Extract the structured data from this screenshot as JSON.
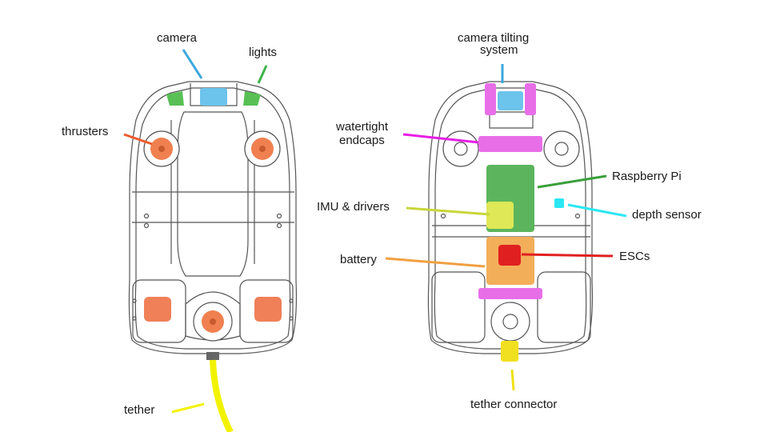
{
  "left_view": {
    "labels": {
      "camera": "camera",
      "lights": "lights",
      "thrusters": "thrusters",
      "tether": "tether"
    }
  },
  "right_view": {
    "labels": {
      "camera_tilting_line1": "camera tilting",
      "camera_tilting_line2": "system",
      "watertight_line1": "watertight",
      "watertight_line2": "endcaps",
      "raspberry_pi": "Raspberry Pi",
      "imu_drivers": "IMU & drivers",
      "depth_sensor": "depth sensor",
      "battery": "battery",
      "escs": "ESCs",
      "tether_connector": "tether connector"
    }
  },
  "colors": {
    "camera": "#3aa8dc",
    "lights": "#3db54a",
    "thrusters": "#ee6e3a",
    "tether": "#f2f200",
    "endcaps": "#e61ee6",
    "raspberry_pi": "#3aa03a",
    "imu": "#d6e23c",
    "depth_sensor": "#2be7f2",
    "battery": "#f0a040",
    "escs": "#e02020",
    "tether_connector": "#f0e010"
  }
}
